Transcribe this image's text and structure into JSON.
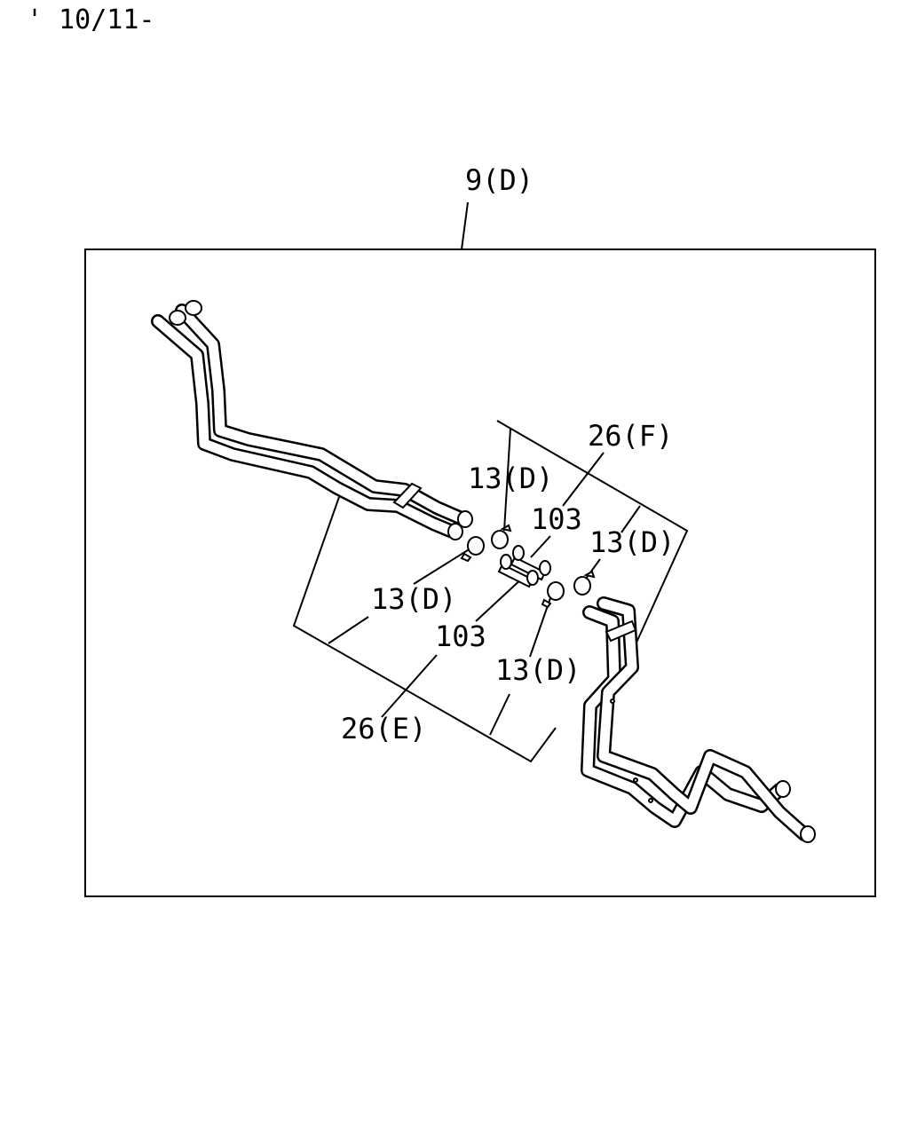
{
  "date_code": "' 10/11-",
  "labels": {
    "assembly": "9(D)",
    "hose_f": "26(F)",
    "hose_e": "26(E)",
    "clamp_1": "13(D)",
    "clamp_2": "13(D)",
    "clamp_3": "13(D)",
    "clamp_4": "13(D)",
    "pipe_1": "103",
    "pipe_2": "103"
  }
}
